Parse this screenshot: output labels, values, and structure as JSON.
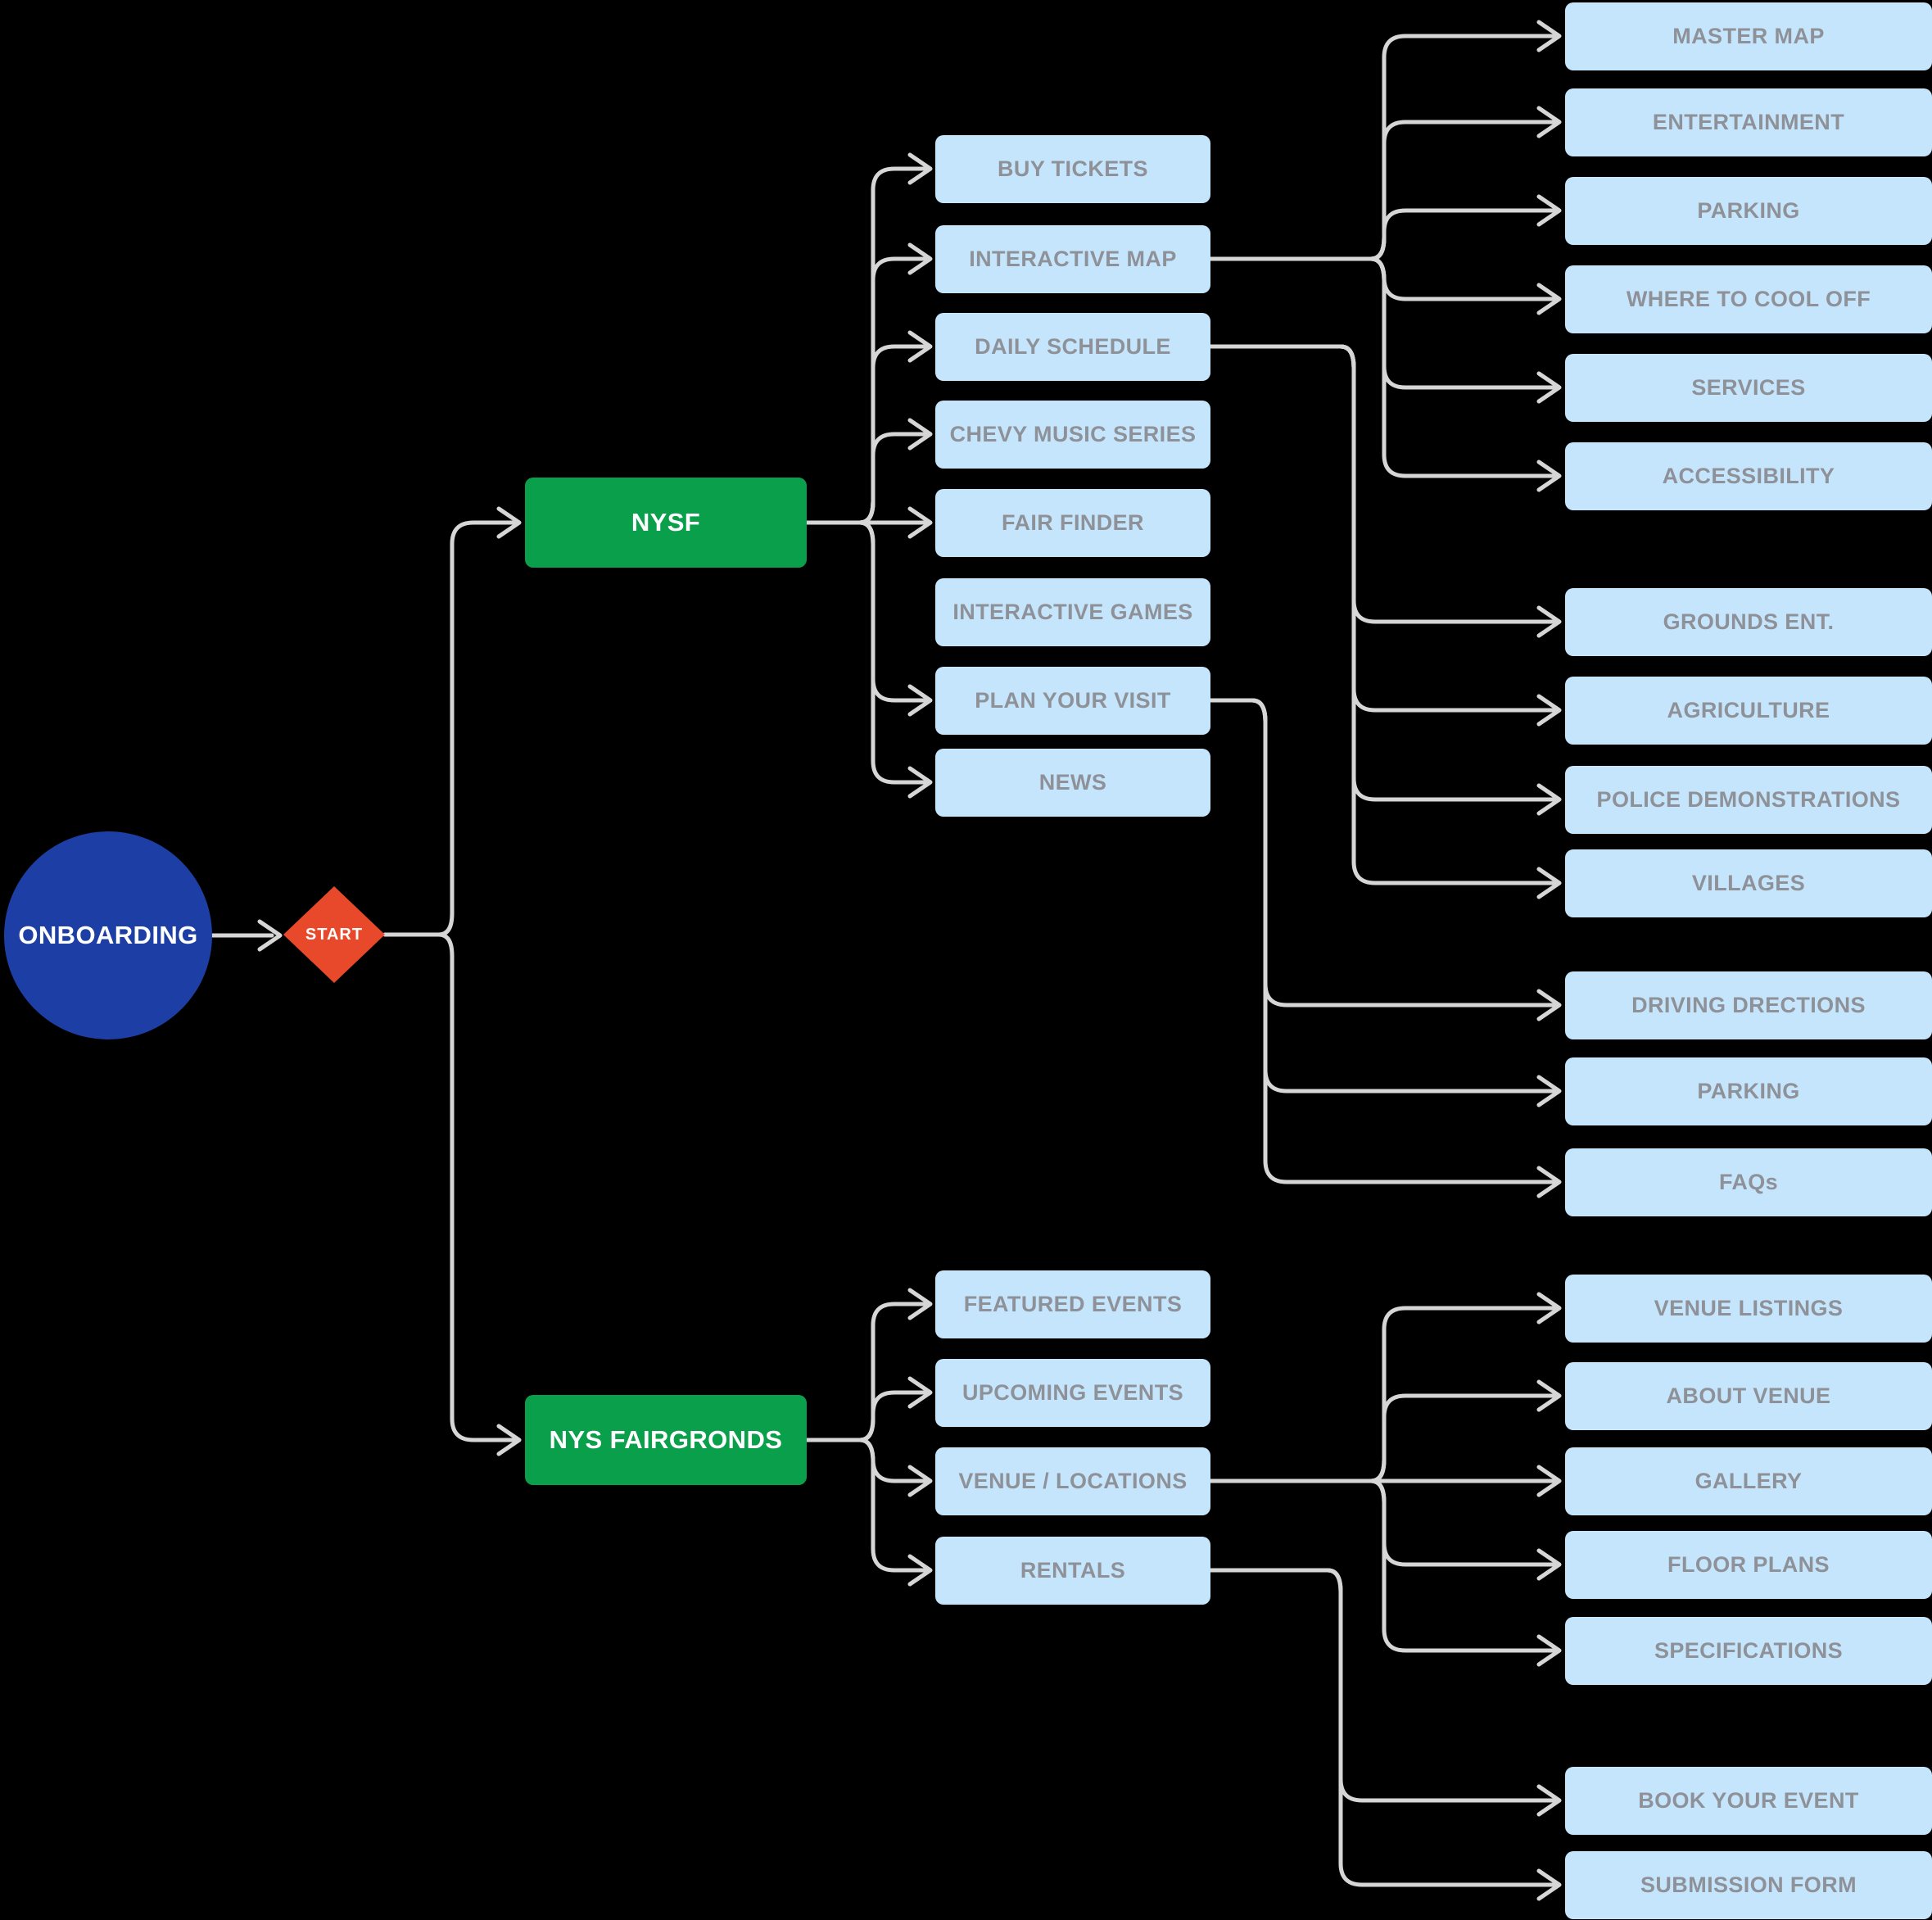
{
  "title": "Onboarding sitemap flowchart",
  "colors": {
    "background": "#000000",
    "onboarding_circle": "#1d3fa5",
    "start_diamond": "#e8492b",
    "section_green": "#0aa04b",
    "page_box_blue": "#c5e5fc",
    "page_box_text": "#8e9298",
    "connector_line": "#d6d6d6",
    "node_text": "#ffffff"
  },
  "nodes": {
    "onboarding": "ONBOARDING",
    "start": "START",
    "nysf": "NYSF",
    "fairgrounds": "NYS FAIRGRONDS"
  },
  "groups": {
    "nysf_children": [
      "BUY TICKETS",
      "INTERACTIVE MAP",
      "DAILY SCHEDULE",
      "CHEVY MUSIC SERIES",
      "FAIR FINDER",
      "INTERACTIVE GAMES",
      "PLAN YOUR VISIT",
      "NEWS"
    ],
    "interactive_map_children": [
      "MASTER MAP",
      "ENTERTAINMENT",
      "PARKING",
      "WHERE TO COOL OFF",
      "SERVICES",
      "ACCESSIBILITY"
    ],
    "daily_schedule_children": [
      "GROUNDS ENT.",
      "AGRICULTURE",
      "POLICE DEMONSTRATIONS",
      "VILLAGES"
    ],
    "plan_your_visit_children": [
      "DRIVING DRECTIONS",
      "PARKING",
      "FAQs"
    ],
    "fairgrounds_children": [
      "FEATURED EVENTS",
      "UPCOMING EVENTS",
      "VENUE / LOCATIONS",
      "RENTALS"
    ],
    "venue_locations_children": [
      "VENUE LISTINGS",
      "ABOUT VENUE",
      "GALLERY",
      "FLOOR PLANS",
      "SPECIFICATIONS"
    ],
    "rentals_children": [
      "BOOK YOUR EVENT",
      "SUBMISSION FORM"
    ]
  },
  "edges": [
    "onboarding->start",
    "start->nysf",
    "start->fairgrounds",
    "nysf->buy-tickets",
    "nysf->interactive-map",
    "nysf->daily-schedule",
    "nysf->chevy-music-series",
    "nysf->fair-finder",
    "nysf->plan-your-visit",
    "nysf->news",
    "interactive-map->master-map",
    "interactive-map->entertainment",
    "interactive-map->parking",
    "interactive-map->where-to-cool-off",
    "interactive-map->services",
    "interactive-map->accessibility",
    "daily-schedule->grounds-ent",
    "daily-schedule->agriculture",
    "daily-schedule->police-demonstrations",
    "daily-schedule->villages",
    "plan-your-visit->driving-drections",
    "plan-your-visit->parking",
    "plan-your-visit->faqs",
    "fairgrounds->featured-events",
    "fairgrounds->upcoming-events",
    "fairgrounds->venue-locations",
    "fairgrounds->rentals",
    "venue-locations->venue-listings",
    "venue-locations->about-venue",
    "venue-locations->gallery",
    "venue-locations->floor-plans",
    "venue-locations->specifications",
    "rentals->book-your-event",
    "rentals->submission-form"
  ]
}
